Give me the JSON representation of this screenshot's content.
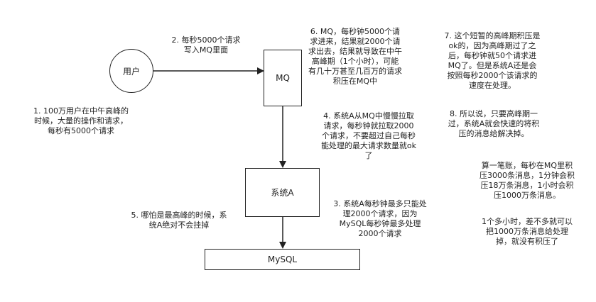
{
  "nodes": {
    "user": "用户",
    "mq": "MQ",
    "system_a": "系统A",
    "mysql": "MySQL"
  },
  "notes": {
    "n1": [
      "1. 100万用户在中午高峰的",
      "时候，大量的操作和请求，",
      "每秒有5000个请求"
    ],
    "n2": [
      "2. 每秒5000个请求",
      "写入MQ里面"
    ],
    "n3": [
      "3. 系统A每秒钟最多只能处",
      "理2000个请求，因为",
      "MySQL每秒钟最多处理",
      "2000个请求"
    ],
    "n4": [
      "4. 系统A从MQ中慢慢拉取",
      "请求，每秒钟就拉取2000",
      "个请求，不要超过自己每秒",
      "能处理的最大请求数量就ok",
      "了"
    ],
    "n5": [
      "5. 哪怕是最高峰的时候，系",
      "统A绝对不会挂掉"
    ],
    "n6": [
      "6. MQ，每秒钟5000个请",
      "求进来，结果就2000个请",
      "求出去，结果就导致在中午",
      "高峰期（1个小时），可能",
      "有几十万甚至几百万的请求",
      "积压在MQ中"
    ],
    "n7": [
      "7. 这个短暂的高峰期积压是",
      "ok的，因为高峰期过了之",
      "后，每秒钟就50个请求进",
      "MQ了。但是系统A还是会",
      "按照每秒2000个该请求的",
      "速度在处理。"
    ],
    "n8": [
      "8. 所以说，只要高峰期一",
      "过，系统A就会快速的将积",
      "压的消息给解决掉。"
    ],
    "calc": [
      "算一笔账，每秒在MQ里积",
      "压3000条消息，1分钟会积",
      "压18万条消息，1小时会积",
      "压1000万条消息。"
    ],
    "summary": [
      "1个多小时，差不多就可以",
      "把1000万条消息给处理",
      "掉，就没有积压了"
    ]
  },
  "colors": {
    "stroke": "#222222",
    "text": "#222222",
    "background": "#ffffff"
  }
}
